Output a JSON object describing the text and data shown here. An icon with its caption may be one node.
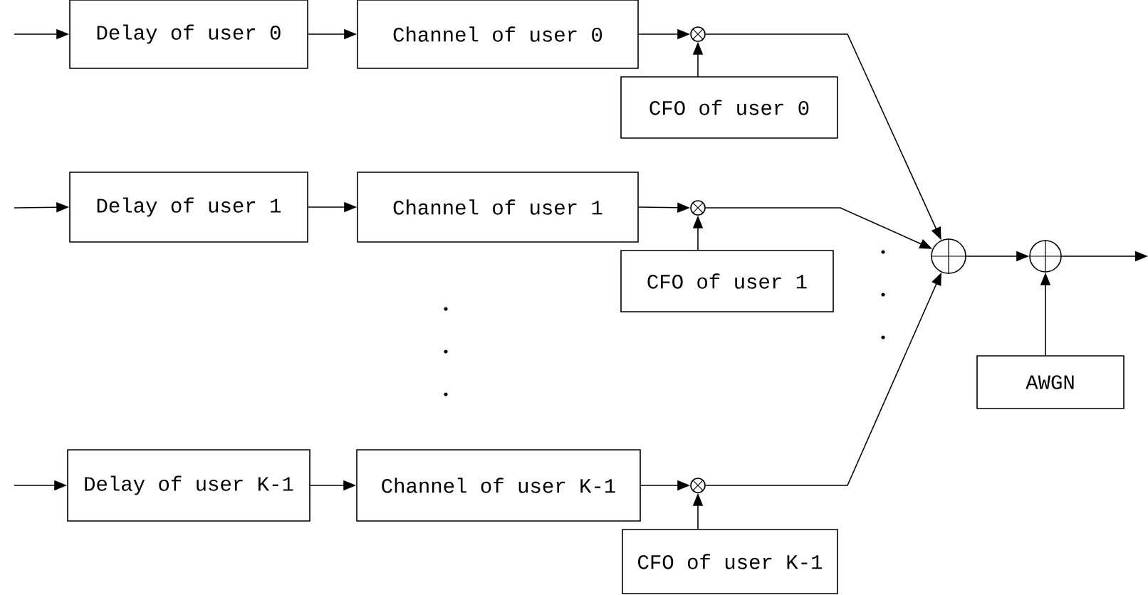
{
  "diagram": {
    "nodes": [
      {
        "text": [
          "Delay of user 0"
        ]
      },
      {
        "text": [
          "Channel of user 0"
        ]
      },
      {
        "text": [],
        "shape": "circle"
      },
      {
        "text": [
          "CFO of user 0"
        ]
      },
      {
        "text": [
          "Delay of user 1"
        ]
      },
      {
        "text": [
          "Channel of user 1"
        ]
      },
      {
        "text": [],
        "shape": "circle"
      },
      {
        "text": [
          "CFO of user 1"
        ]
      },
      {
        "text": [],
        "shape": "circle"
      },
      {
        "text": [],
        "shape": "circle"
      },
      {
        "text": [
          "AWGN"
        ]
      },
      {
        "text": [
          "Delay of user K-1"
        ]
      },
      {
        "text": [
          "Channel of user K-1"
        ]
      },
      {
        "text": [],
        "shape": "circle"
      },
      {
        "text": [
          "CFO of user K-1"
        ]
      }
    ],
    "edges": [
      {
        "from": null,
        "to": 0,
        "arrow": "to"
      },
      {
        "from": 0,
        "to": 1,
        "arrow": "to"
      },
      {
        "from": 1,
        "to": 2,
        "arrow": "to"
      },
      {
        "from": 3,
        "to": 2,
        "arrow": "to"
      },
      {
        "from": 2,
        "to": 8,
        "arrow": "to"
      },
      {
        "from": null,
        "to": 4,
        "arrow": "to"
      },
      {
        "from": 4,
        "to": 5,
        "arrow": "to"
      },
      {
        "from": 5,
        "to": 6,
        "arrow": "to"
      },
      {
        "from": 7,
        "to": 6,
        "arrow": "to"
      },
      {
        "from": 6,
        "to": 8,
        "arrow": "to"
      },
      {
        "from": null,
        "to": 11,
        "arrow": "to"
      },
      {
        "from": 11,
        "to": 12,
        "arrow": "to"
      },
      {
        "from": 12,
        "to": 13,
        "arrow": "to"
      },
      {
        "from": 14,
        "to": 13,
        "arrow": "to"
      },
      {
        "from": 13,
        "to": 8,
        "arrow": "to"
      },
      {
        "from": 8,
        "to": 9,
        "arrow": "to"
      },
      {
        "from": 10,
        "to": 9,
        "arrow": "to"
      },
      {
        "from": 9,
        "to": null,
        "arrow": "to"
      }
    ]
  }
}
